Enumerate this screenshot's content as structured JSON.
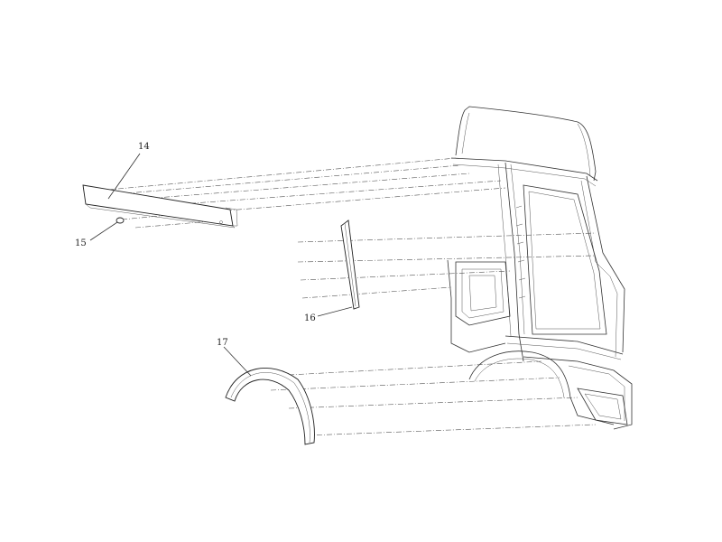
{
  "callouts": [
    {
      "id": "14",
      "text": "14"
    },
    {
      "id": "15",
      "text": "15"
    },
    {
      "id": "16",
      "text": "16"
    },
    {
      "id": "17",
      "text": "17"
    }
  ]
}
